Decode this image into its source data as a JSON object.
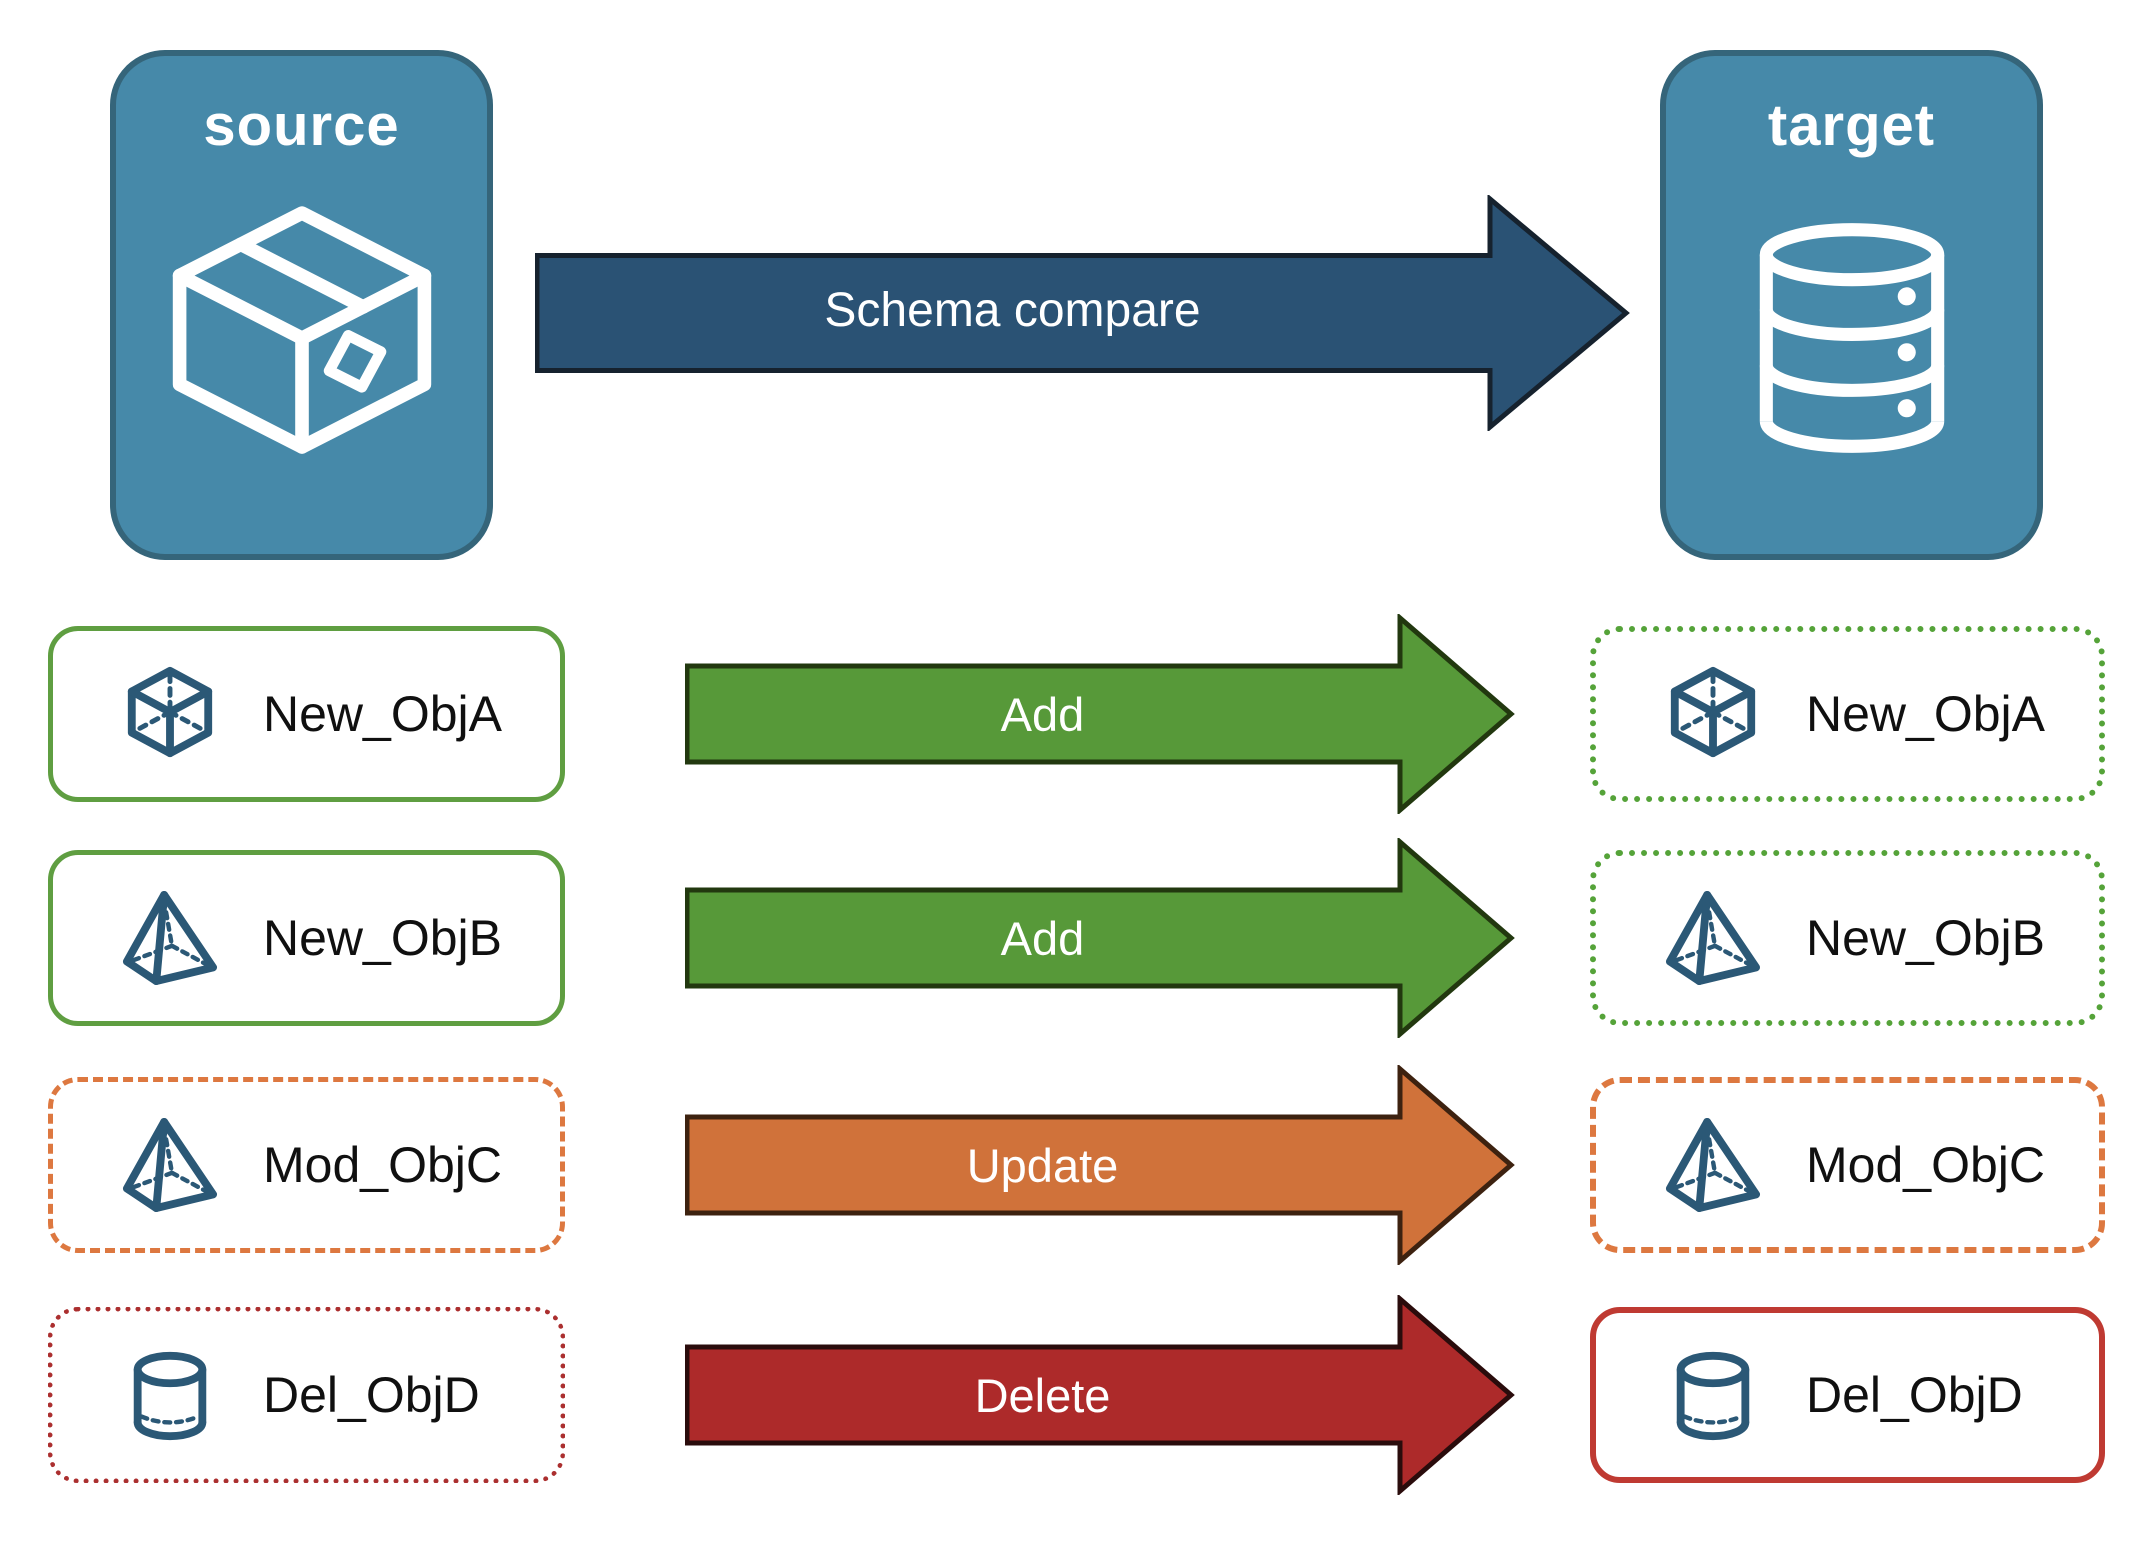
{
  "top": {
    "source": {
      "label": "source",
      "icon": "package-icon"
    },
    "target": {
      "label": "target",
      "icon": "database-icon"
    },
    "arrow": {
      "label": "Schema compare",
      "fill": "#2a5274",
      "stroke": "#16222e"
    },
    "node_fill": "#4689a9",
    "node_border": "#35657a"
  },
  "rows": [
    {
      "name": "New_ObjA",
      "icon": "cube-icon",
      "action": "Add",
      "arrow_fill": "#579939",
      "arrow_stroke": "#22380f",
      "source_box": {
        "border_style": "solid",
        "border_color": "#5f9e41"
      },
      "target_box": {
        "border_style": "dotted",
        "border_color": "#55a339"
      }
    },
    {
      "name": "New_ObjB",
      "icon": "pyramid-icon",
      "action": "Add",
      "arrow_fill": "#579939",
      "arrow_stroke": "#22380f",
      "source_box": {
        "border_style": "solid",
        "border_color": "#5f9e41"
      },
      "target_box": {
        "border_style": "dotted",
        "border_color": "#55a339"
      }
    },
    {
      "name": "Mod_ObjC",
      "icon": "pyramid-icon",
      "action": "Update",
      "arrow_fill": "#d0723a",
      "arrow_stroke": "#3d2210",
      "source_box": {
        "border_style": "dashed",
        "border_color": "#dd7840"
      },
      "target_box": {
        "border_style": "dashed",
        "border_color": "#dd7840"
      }
    },
    {
      "name": "Del_ObjD",
      "icon": "cylinder-icon",
      "action": "Delete",
      "arrow_fill": "#ad2a2a",
      "arrow_stroke": "#2a0c0c",
      "source_box": {
        "border_style": "dotted",
        "border_color": "#ab2f2f"
      },
      "target_box": {
        "border_style": "solid",
        "border_color": "#bf3a32"
      }
    }
  ],
  "icon_color": "#2b5876",
  "text_color": "#101010"
}
